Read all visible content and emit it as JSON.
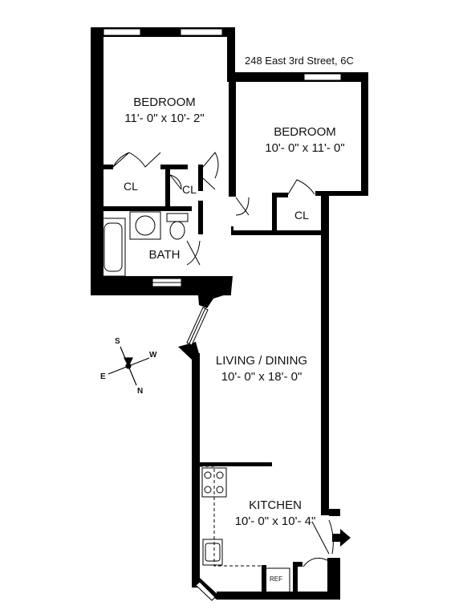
{
  "address": "248 East 3rd Street, 6C",
  "rooms": {
    "bedroom1": {
      "name": "BEDROOM",
      "dims": "11'- 0\" x 10'- 2\""
    },
    "bedroom2": {
      "name": "BEDROOM",
      "dims": "10'- 0\" x 11'- 0\""
    },
    "living": {
      "name": "LIVING / DINING",
      "dims": "10'- 0\" x 18'- 0\""
    },
    "kitchen": {
      "name": "KITCHEN",
      "dims": "10'- 0\" x 10'- 4\""
    },
    "bath": {
      "name": "BATH"
    },
    "closet1": {
      "name": "CL"
    },
    "closet2": {
      "name": "CL"
    },
    "closet3": {
      "name": "CL"
    }
  },
  "fixtures": {
    "ref": "REF"
  },
  "compass": {
    "s": "S",
    "w": "W",
    "e": "E",
    "n": "N"
  },
  "colors": {
    "wall": "#000000",
    "window": "#ffffff",
    "background": "#ffffff"
  }
}
